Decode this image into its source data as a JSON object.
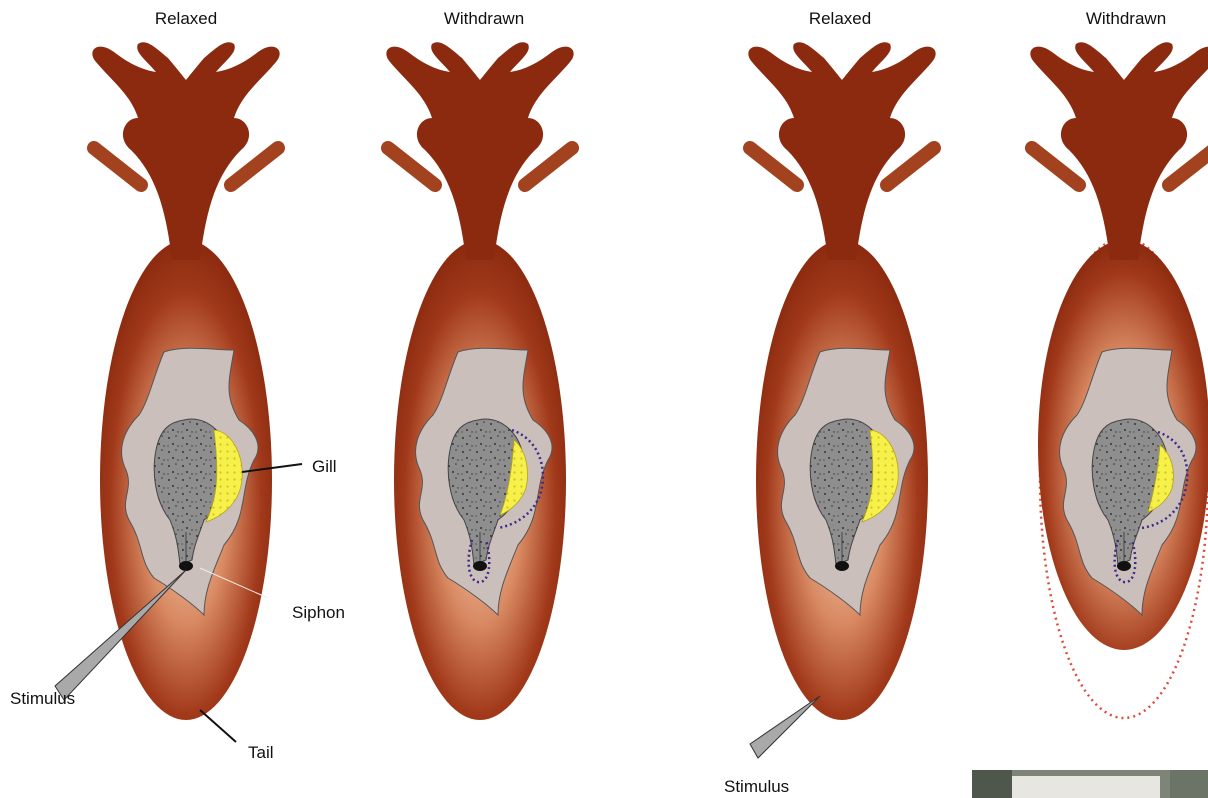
{
  "panels": [
    {
      "state_label": "Relaxed"
    },
    {
      "state_label": "Withdrawn"
    },
    {
      "state_label": "Relaxed"
    },
    {
      "state_label": "Withdrawn"
    }
  ],
  "labels": {
    "gill": "Gill",
    "siphon": "Siphon",
    "stimulus_siphon": "Stimulus",
    "tail": "Tail",
    "stimulus_tail": "Stimulus"
  },
  "colors": {
    "body_dark": "#8b2a0f",
    "body_light": "#f0c9a6",
    "mantle": "#cfc3c0",
    "gill": "#f5f04a",
    "withdrawn_outline_gill": "#3a2a8a",
    "withdrawn_outline_tail": "#e04a3a"
  }
}
